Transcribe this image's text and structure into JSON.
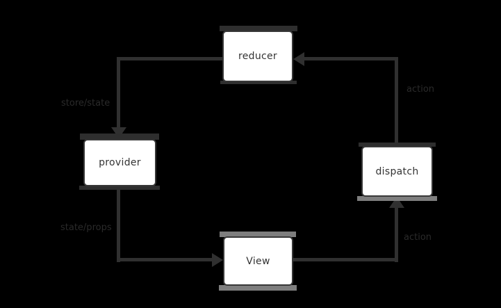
{
  "diagram": {
    "nodes": [
      {
        "id": "reducer",
        "label": "reducer"
      },
      {
        "id": "provider",
        "label": "provider"
      },
      {
        "id": "dispatch",
        "label": "dispatch"
      },
      {
        "id": "view",
        "label": "View"
      }
    ],
    "edges": [
      {
        "from": "reducer",
        "to": "provider",
        "label": "store/state"
      },
      {
        "from": "dispatch",
        "to": "reducer",
        "label": "action"
      },
      {
        "from": "provider",
        "to": "view",
        "label": "state/props"
      },
      {
        "from": "view",
        "to": "dispatch",
        "label": "action"
      }
    ],
    "colors": {
      "background": "#000000",
      "edge": "#303030",
      "edge_label": "#2a2a2a",
      "node_fill": "#ffffff",
      "node_border": "#383838",
      "node_text": "#333333",
      "band_dark": "#2e2e2e",
      "band_gray": "#7e7e7e"
    }
  }
}
